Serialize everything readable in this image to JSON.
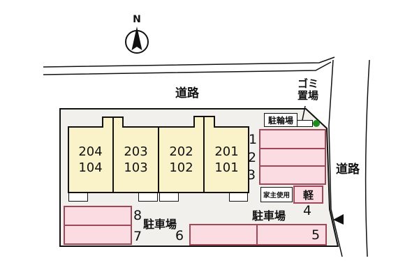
{
  "compass": {
    "label": "N"
  },
  "top_road": {
    "label": "道路"
  },
  "right_road": {
    "label": "道路"
  },
  "garbage": {
    "line1": "ゴミ",
    "line2": "置場"
  },
  "bicycle": {
    "label": "駐輪場"
  },
  "building": {
    "units": [
      {
        "upper": "204",
        "lower": "104"
      },
      {
        "upper": "203",
        "lower": "103"
      },
      {
        "upper": "202",
        "lower": "102"
      },
      {
        "upper": "201",
        "lower": "101"
      }
    ]
  },
  "parking": {
    "area_label_left": "駐車場",
    "area_label_right": "駐車場",
    "owner_box_label": "家主使用",
    "kei_box_label": "軽",
    "spaces": [
      "1",
      "2",
      "3",
      "4",
      "5",
      "6",
      "7",
      "8"
    ]
  },
  "colors": {
    "building_fill": "#faf3c9",
    "parking_fill": "#fbdce2",
    "parking_border": "#a04858",
    "site_fill": "#f1f0ec",
    "green_dot": "#1f8b1f",
    "line": "#111111"
  }
}
